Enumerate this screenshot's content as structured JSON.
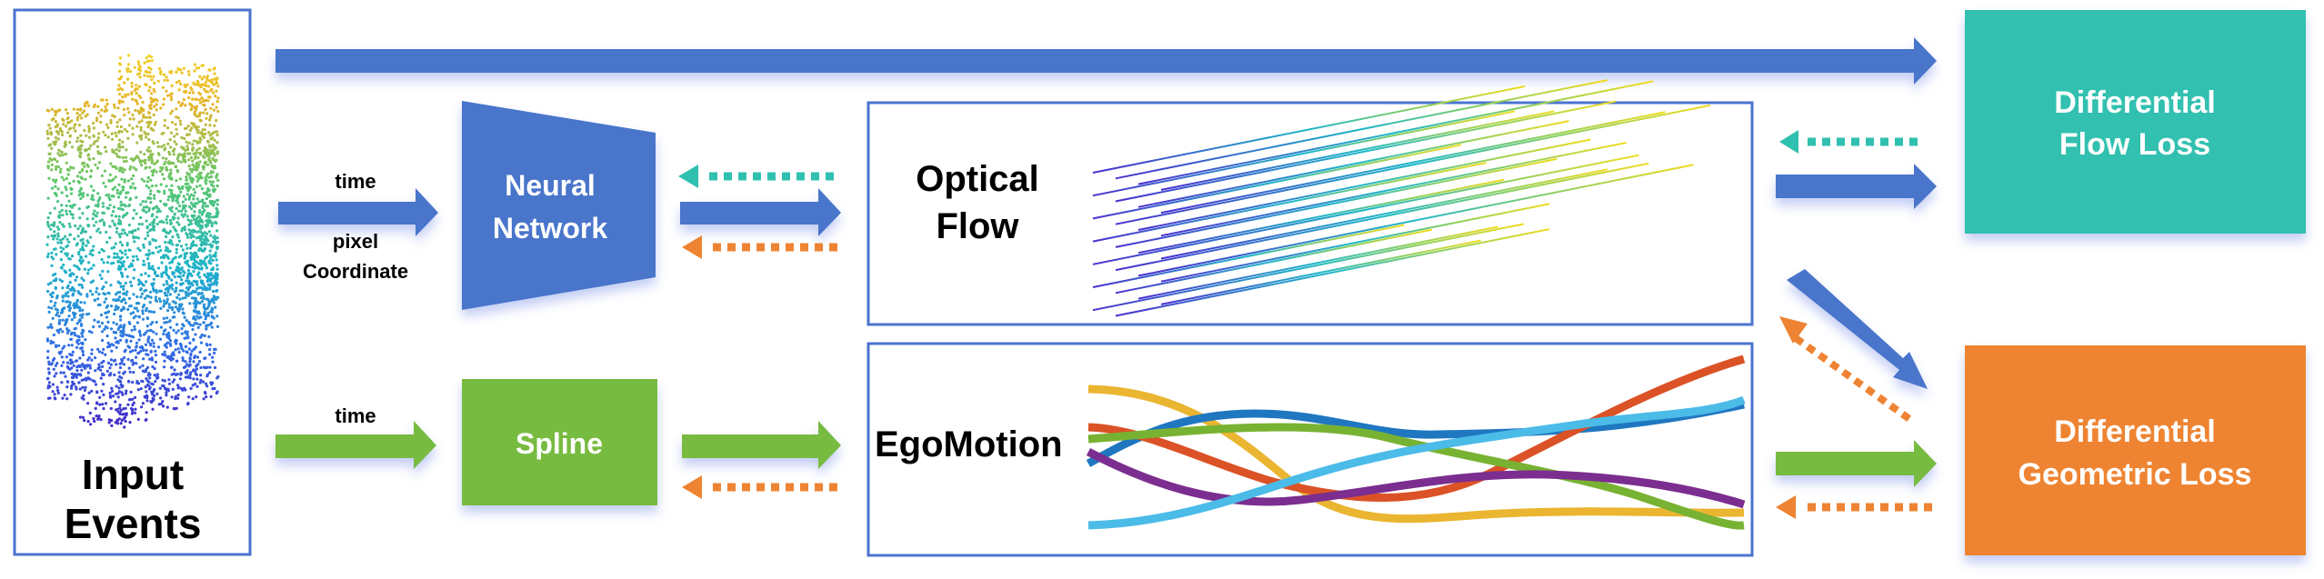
{
  "input": {
    "line1": "Input",
    "line2": "Events"
  },
  "inputs_nn": {
    "time": "time",
    "pixel": "pixel",
    "coordinate": "Coordinate"
  },
  "inputs_spline": {
    "time": "time"
  },
  "neural_network": {
    "line1": "Neural",
    "line2": "Network"
  },
  "spline": {
    "label": "Spline"
  },
  "optical_flow": {
    "line1": "Optical",
    "line2": "Flow"
  },
  "egomotion": {
    "label": "EgoMotion"
  },
  "flow_loss": {
    "line1": "Differential",
    "line2": "Flow Loss"
  },
  "geometric_loss": {
    "line1": "Differential",
    "line2": "Geometric Loss"
  },
  "colors": {
    "blue": "#4874cb",
    "green": "#77bb41",
    "teal": "#30c0b0",
    "orange": "#ee8433",
    "frame": "#4a73d0"
  }
}
